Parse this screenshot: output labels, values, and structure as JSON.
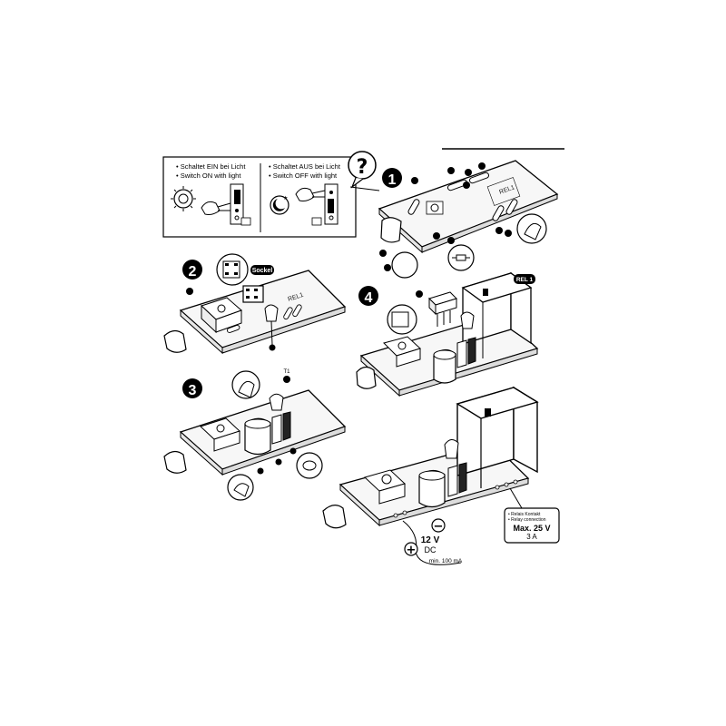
{
  "legend": {
    "on_line_de": "• Schaltet EIN bei Licht",
    "on_line_en": "• Switch ON with light",
    "off_line_de": "• Schaltet AUS bei Licht",
    "off_line_en": "• Switch OFF with light"
  },
  "help_symbol": "?",
  "steps": {
    "s1": "1",
    "s2": "2",
    "s3": "3",
    "s4": "4"
  },
  "parts": {
    "socket": "Sockel",
    "rel1_tag": "REL 1",
    "rel1_board": "REL1",
    "t1": "T1"
  },
  "power": {
    "voltage": "12 V",
    "type": "DC",
    "min_current": "min. 100 mA",
    "plus": "+",
    "minus": "−"
  },
  "relay_contact": {
    "de": "• Relais Kontakt",
    "en": "• Relay connection",
    "max": "Max. 25 V",
    "amp": "3 A"
  },
  "colors": {
    "ink": "#000000",
    "paper": "#ffffff",
    "pcb": "#f4f4f4"
  }
}
